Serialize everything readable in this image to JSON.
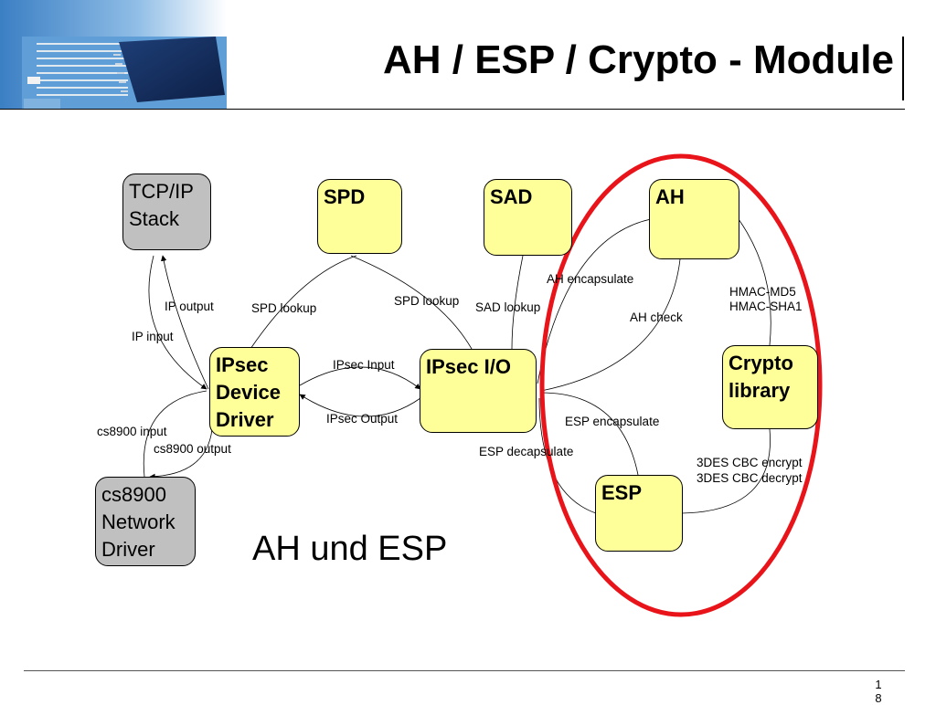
{
  "title": "AH / ESP / Crypto - Module",
  "page_number": "18",
  "caption": "AH und ESP",
  "boxes": {
    "tcpip": [
      "TCP/IP",
      "Stack"
    ],
    "spd": [
      "SPD"
    ],
    "sad": [
      "SAD"
    ],
    "ah": [
      "AH"
    ],
    "ipsec_driver": [
      "IPsec",
      "Device",
      "Driver"
    ],
    "ipsec_io": [
      "IPsec I/O"
    ],
    "crypto": [
      "Crypto",
      "library"
    ],
    "cs8900": [
      "cs8900",
      "Network",
      "Driver"
    ],
    "esp": [
      "ESP"
    ]
  },
  "labels": {
    "ip_output": "IP output",
    "ip_input": "IP input",
    "spd_lookup_1": "SPD lookup",
    "spd_lookup_2": "SPD lookup",
    "sad_lookup": "SAD lookup",
    "ah_encapsulate": "AH encapsulate",
    "ah_check": "AH check",
    "hmac": [
      "HMAC-MD5",
      "HMAC-SHA1"
    ],
    "ipsec_input": "IPsec Input",
    "ipsec_output": "IPsec Output",
    "cs8900_input": "cs8900 input",
    "cs8900_output": "cs8900 output",
    "esp_encapsulate": "ESP encapsulate",
    "esp_decapsulate": "ESP decapsulate",
    "des": [
      "3DES CBC encrypt",
      "3DES CBC decrypt"
    ]
  },
  "colors": {
    "box_yellow": "#ffff99",
    "box_gray": "#c0c0c0",
    "highlight_ellipse": "#e8141a"
  }
}
